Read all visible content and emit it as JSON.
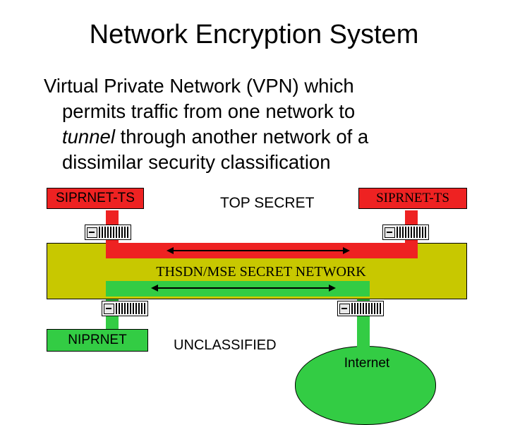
{
  "slide": {
    "title": "Network Encryption System",
    "bullet": {
      "line1": "Virtual Private Network (VPN) which",
      "line2": "permits traffic from one network to",
      "line3_italic": "tunnel",
      "line3_rest": " through another network of a",
      "line4": "dissimilar security classification"
    }
  },
  "diagram": {
    "siprnet_left": "SIPRNET-TS",
    "siprnet_right": "SIPRNET-TS",
    "top_secret": "TOP SECRET",
    "secret_network": "THSDN/MSE SECRET NETWORK",
    "niprnet": "NIPRNET",
    "unclassified": "UNCLASSIFIED",
    "internet": "Internet"
  },
  "colors": {
    "red": "#ee2222",
    "green": "#33cc44",
    "olive": "#c8c800"
  },
  "icons": [
    "encryption-device-icon",
    "double-arrow-icon"
  ]
}
